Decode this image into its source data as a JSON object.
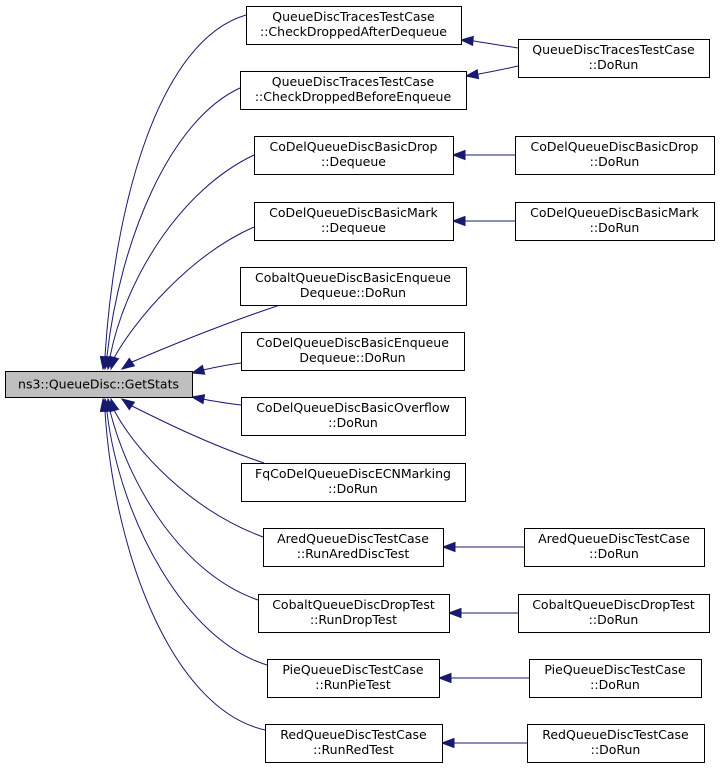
{
  "root": {
    "id": "getstats",
    "lines": [
      "ns3::QueueDisc::GetStats"
    ]
  },
  "callers": [
    {
      "id": "tracesAfter",
      "lines": [
        "QueueDiscTracesTestCase",
        "::CheckDroppedAfterDequeue"
      ]
    },
    {
      "id": "tracesBefore",
      "lines": [
        "QueueDiscTracesTestCase",
        "::CheckDroppedBeforeEnqueue"
      ]
    },
    {
      "id": "codelDropDeq",
      "lines": [
        "CoDelQueueDiscBasicDrop",
        "::Dequeue"
      ]
    },
    {
      "id": "codelMarkDeq",
      "lines": [
        "CoDelQueueDiscBasicMark",
        "::Dequeue"
      ]
    },
    {
      "id": "cobaltEnqDeq",
      "lines": [
        "CobaltQueueDiscBasicEnqueue",
        "Dequeue::DoRun"
      ]
    },
    {
      "id": "codelEnqDeq",
      "lines": [
        "CoDelQueueDiscBasicEnqueue",
        "Dequeue::DoRun"
      ]
    },
    {
      "id": "codelOverflow",
      "lines": [
        "CoDelQueueDiscBasicOverflow",
        "::DoRun"
      ]
    },
    {
      "id": "fqcodelEcn",
      "lines": [
        "FqCoDelQueueDiscECNMarking",
        "::DoRun"
      ]
    },
    {
      "id": "aredRun",
      "lines": [
        "AredQueueDiscTestCase",
        "::RunAredDiscTest"
      ]
    },
    {
      "id": "cobaltDrop",
      "lines": [
        "CobaltQueueDiscDropTest",
        "::RunDropTest"
      ]
    },
    {
      "id": "pieRun",
      "lines": [
        "PieQueueDiscTestCase",
        "::RunPieTest"
      ]
    },
    {
      "id": "redRun",
      "lines": [
        "RedQueueDiscTestCase",
        "::RunRedTest"
      ]
    }
  ],
  "outer": [
    {
      "id": "tracesDoRun",
      "lines": [
        "QueueDiscTracesTestCase",
        "::DoRun"
      ],
      "calls": [
        "tracesAfter",
        "tracesBefore"
      ]
    },
    {
      "id": "codelDropDoRun",
      "lines": [
        "CoDelQueueDiscBasicDrop",
        "::DoRun"
      ],
      "calls": [
        "codelDropDeq"
      ]
    },
    {
      "id": "codelMarkDoRun",
      "lines": [
        "CoDelQueueDiscBasicMark",
        "::DoRun"
      ],
      "calls": [
        "codelMarkDeq"
      ]
    },
    {
      "id": "aredDoRun",
      "lines": [
        "AredQueueDiscTestCase",
        "::DoRun"
      ],
      "calls": [
        "aredRun"
      ]
    },
    {
      "id": "cobaltDropDoRun",
      "lines": [
        "CobaltQueueDiscDropTest",
        "::DoRun"
      ],
      "calls": [
        "cobaltDrop"
      ]
    },
    {
      "id": "pieDoRun",
      "lines": [
        "PieQueueDiscTestCase",
        "::DoRun"
      ],
      "calls": [
        "pieRun"
      ]
    },
    {
      "id": "redDoRun",
      "lines": [
        "RedQueueDiscTestCase",
        "::DoRun"
      ],
      "calls": [
        "redRun"
      ]
    }
  ],
  "colors": {
    "edge": "#191970",
    "root_fill": "#bfbfbf",
    "node_fill": "#ffffff",
    "border": "#000000"
  }
}
